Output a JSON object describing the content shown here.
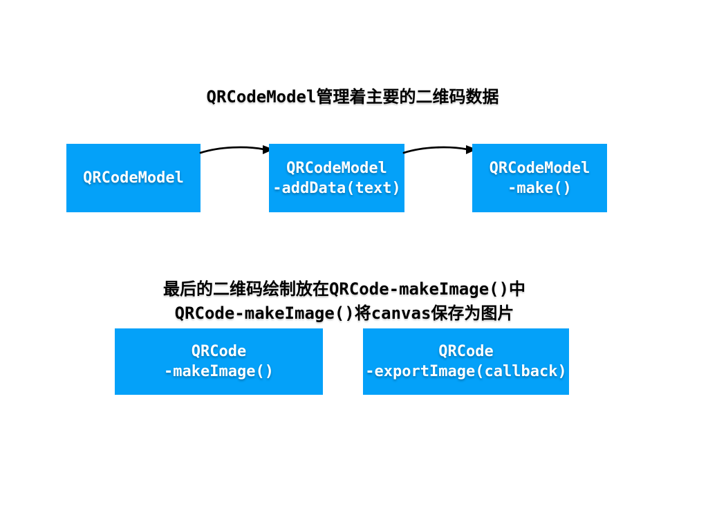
{
  "colors": {
    "box_blue": "#04a1f9",
    "box_text": "#ffffff",
    "title_text": "#000000",
    "arrow": "#000000",
    "background": "#ffffff"
  },
  "section1": {
    "title": "QRCodeModel管理着主要的二维码数据",
    "boxes": [
      {
        "lines": [
          "QRCodeModel"
        ]
      },
      {
        "lines": [
          "QRCodeModel",
          "-addData(text)"
        ]
      },
      {
        "lines": [
          "QRCodeModel",
          "-make()"
        ]
      }
    ]
  },
  "section2": {
    "title_lines": [
      "最后的二维码绘制放在QRCode-makeImage()中",
      "QRCode-makeImage()将canvas保存为图片"
    ],
    "boxes": [
      {
        "lines": [
          "QRCode",
          "-makeImage()"
        ]
      },
      {
        "lines": [
          "QRCode",
          "-exportImage(callback)"
        ]
      }
    ]
  }
}
